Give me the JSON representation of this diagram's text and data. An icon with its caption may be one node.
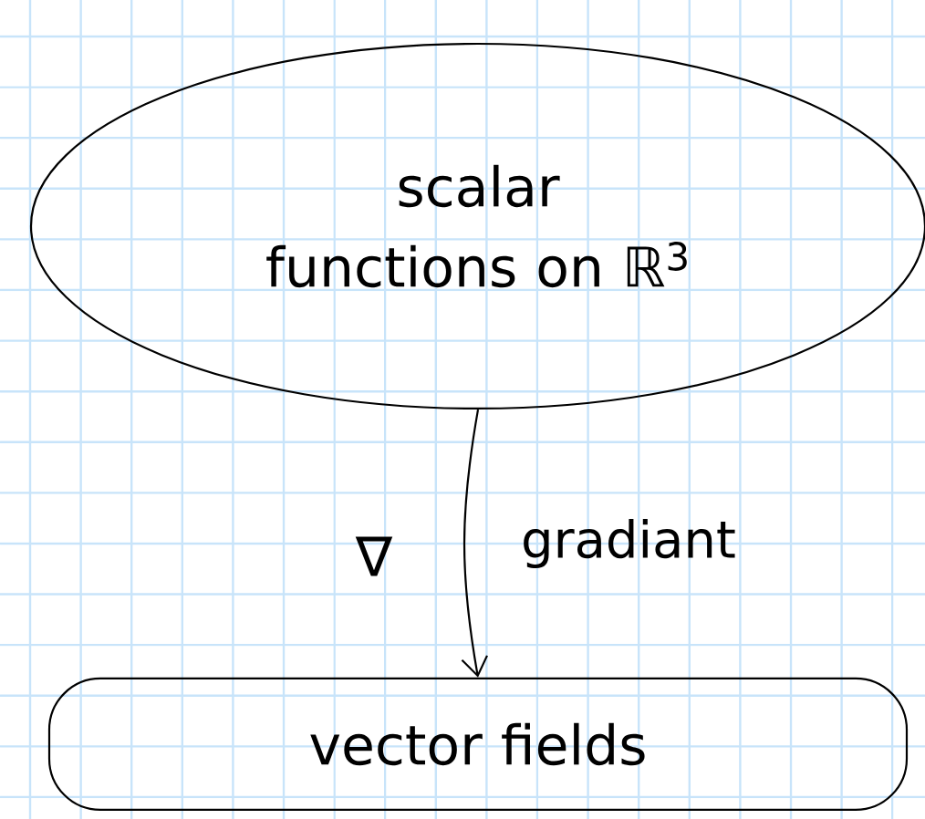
{
  "diagram": {
    "nodes": [
      {
        "text": [
          "scalar functions on ℝ$^{3}$"
        ]
      },
      {
        "text": [
          "vector fields"
        ]
      }
    ],
    "edges": [
      {
        "from": 0,
        "to": 1,
        "arrow": "to",
        "label": "gradiant"
      }
    ],
    "labels": [
      "∇"
    ]
  }
}
